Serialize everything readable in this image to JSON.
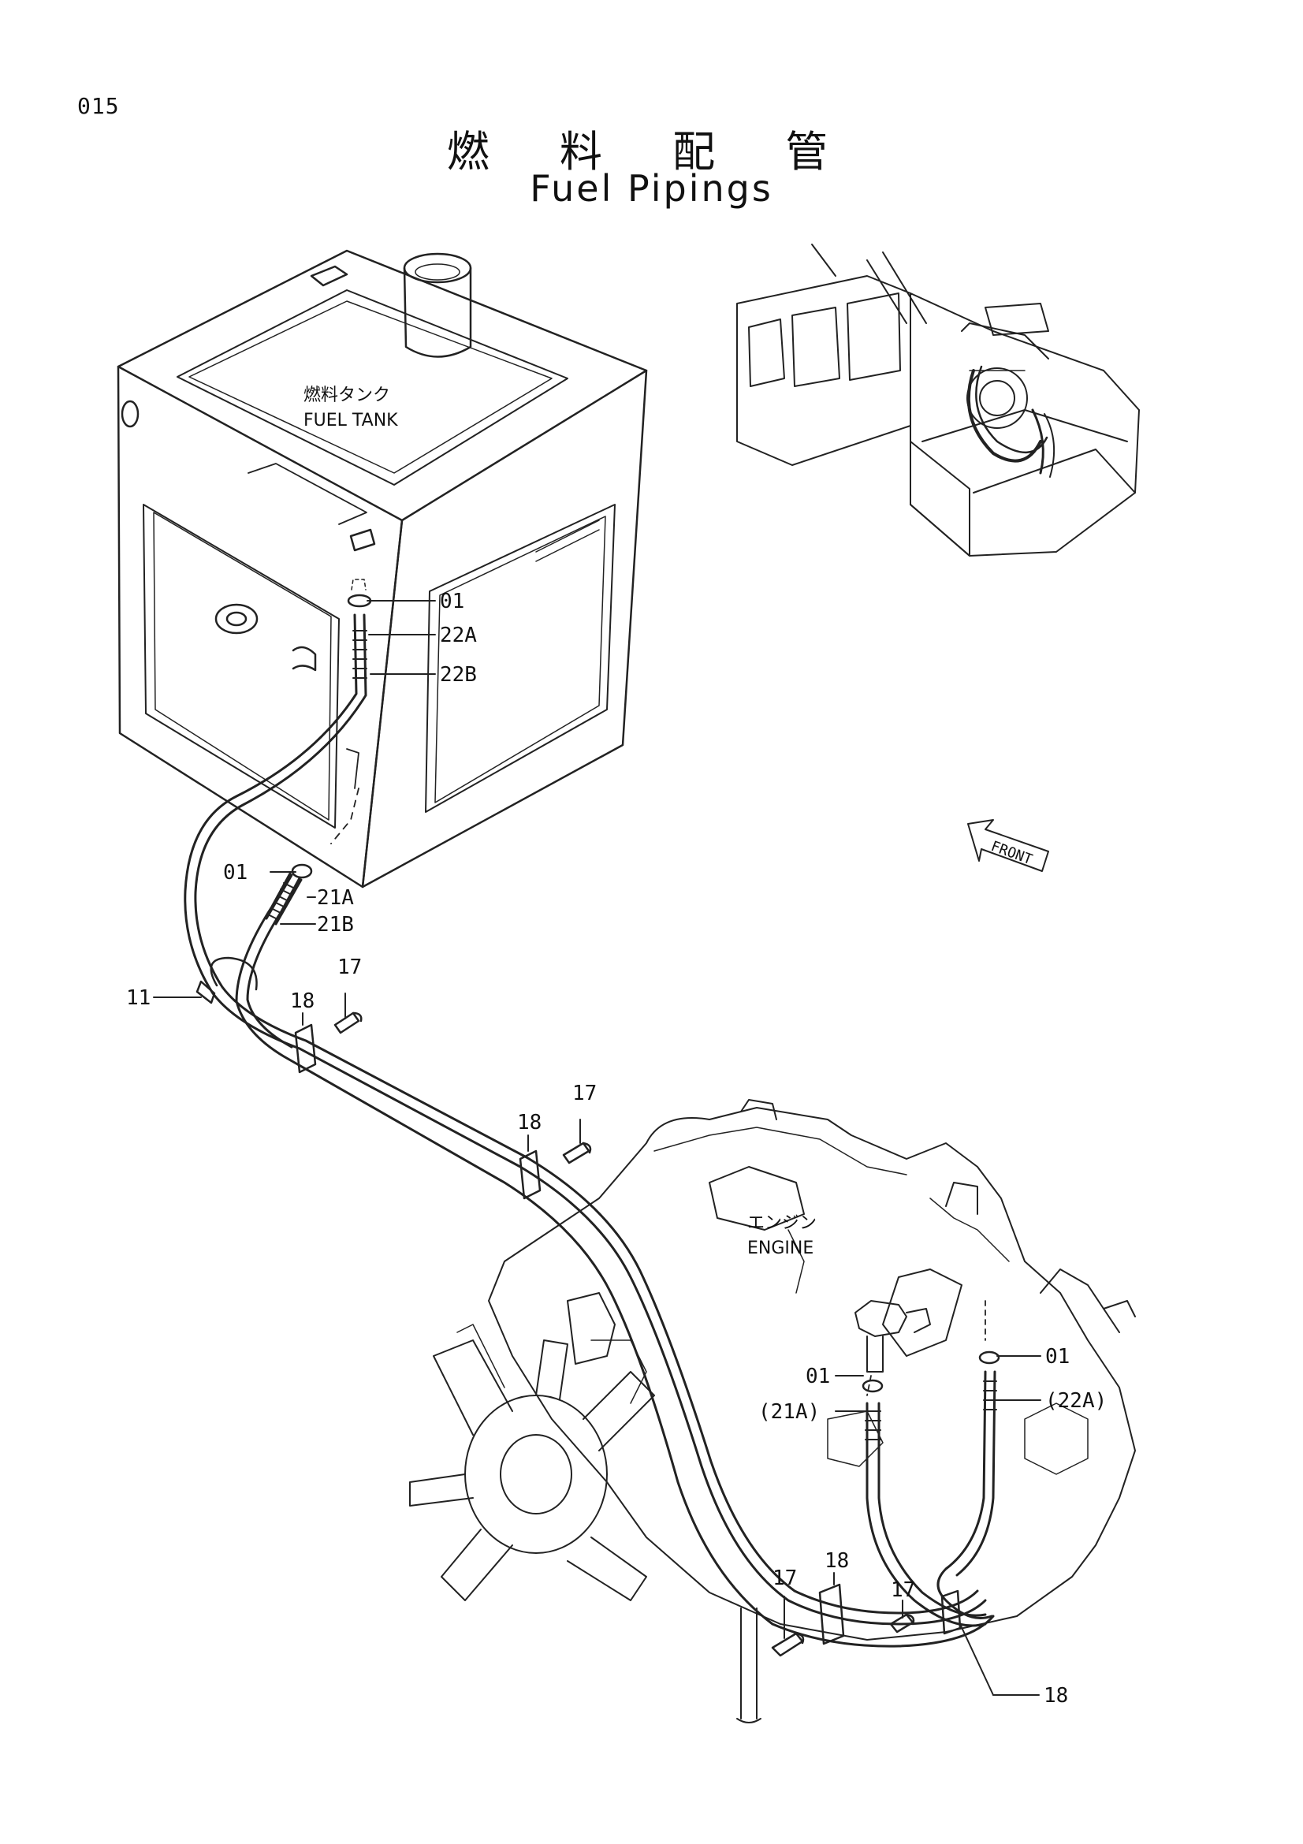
{
  "page_number": "015",
  "title_jp": "燃 料 配 管",
  "title_en": "Fuel Pipings",
  "components": {
    "fuel_tank_jp": "燃料タンク",
    "fuel_tank_en": "FUEL TANK",
    "engine_jp": "エンジン",
    "engine_en": "ENGINE",
    "front_arrow": "FRONT"
  },
  "callouts": {
    "tank_clamp": "01",
    "tank_hose_a": "22A",
    "tank_hose_b": "22B",
    "tank_bottom_clamp": "01",
    "tank_bottom_hose_a": "21A",
    "tank_bottom_hose_b": "21B",
    "band": "11",
    "bracket_1": "18",
    "bolt_1": "17",
    "bracket_2": "18",
    "bolt_2": "17",
    "engine_clamp_left": "01",
    "engine_hose_left": "(21A)",
    "engine_clamp_right": "01",
    "engine_hose_right": "(22A)",
    "bolt_3": "17",
    "bracket_3": "18",
    "bolt_4": "17",
    "bracket_4": "18"
  }
}
